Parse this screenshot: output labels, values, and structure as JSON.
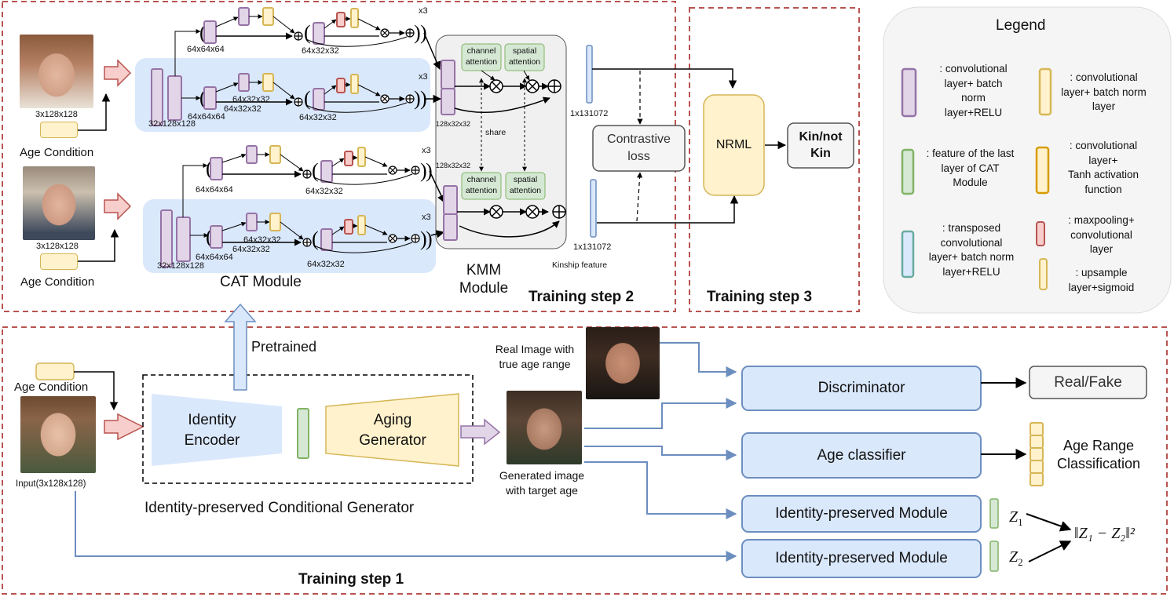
{
  "colors": {
    "dash_red": "#b85450",
    "conv_bn_relu": "#9673a6",
    "conv_bn_fill": "#e1d5e7",
    "conv_bn_yellow": "#d6b656",
    "conv_bn_yellow_fill": "#fff2cc",
    "feature_green": "#82b366",
    "feature_green_fill": "#d5e8d4",
    "tanh_orange": "#d79b00",
    "transposed_blue": "#6c8ebf",
    "transposed_fill": "#dae8fc",
    "maxpool_red": "#b85450",
    "maxpool_fill": "#f8cecc",
    "module_blue": "#dae8fc",
    "legend_bg": "#f5f5f5"
  },
  "training_step_2": {
    "title": "Training step 2",
    "age_condition_top": "Age Condition",
    "age_condition_bottom": "Age Condition",
    "input_dim_top": "3x128x128",
    "input_dim_bottom": "3x128x128",
    "cat_module_label": "CAT Module",
    "dims": {
      "d32": "32x128x128",
      "d64": "64x64x64",
      "d64b": "64x32x32",
      "x3": "x3"
    },
    "kmm": {
      "label": "KMM\nModule",
      "channel_attention": "channel\nattention",
      "spatial_attention": "spatial\nattention",
      "share": "share",
      "dim": "128x32x32"
    },
    "feature_dim_top": "1x131072",
    "feature_dim_bottom": "1x131072",
    "kinship_feature": "Kinship feature",
    "contrastive_loss": "Contrastive\nloss"
  },
  "training_step_3": {
    "title": "Training step 3",
    "nrml": "NRML",
    "kin_not_kin": "Kin/not\nKin"
  },
  "legend": {
    "title": "Legend",
    "items": [
      {
        "text": ": convolutional\nlayer+ batch\nnorm\nlayer+RELU",
        "icon": "conv-bn-relu"
      },
      {
        "text": ": convolutional\nlayer+ batch norm\nlayer",
        "icon": "conv-bn"
      },
      {
        "text": ": feature of the last\nlayer of CAT\nModule",
        "icon": "feature"
      },
      {
        "text": ":  convolutional\nlayer+\nTanh activation\nfunction",
        "icon": "conv-tanh"
      },
      {
        "text": ": transposed\nconvolutional\nlayer+ batch norm\nlayer+RELU",
        "icon": "transposed"
      },
      {
        "text": ": maxpooling+\nconvolutional\nlayer",
        "icon": "maxpool"
      },
      {
        "text": ": upsample\nlayer+sigmoid",
        "icon": "upsample"
      }
    ]
  },
  "training_step_1": {
    "title": "Training step 1",
    "age_condition": "Age Condition",
    "input_label": "Input(3x128x128)",
    "pretrained": "Pretrained",
    "identity_encoder": "Identity\nEncoder",
    "aging_generator": "Aging\nGenerator",
    "generator_caption": "Identity-preserved Conditional Generator",
    "real_image_caption": "Real Image with\ntrue age range",
    "generated_caption": "Generated image\nwith target age",
    "discriminator": "Discriminator",
    "real_fake": "Real/Fake",
    "age_classifier": "Age classifier",
    "age_range": "Age Range\nClassification",
    "identity_module_1": "Identity-preserved Module",
    "identity_module_2": "Identity-preserved Module",
    "z1": "Z",
    "z1_sub": "1",
    "z2": "Z",
    "z2_sub": "2",
    "loss_formula": "‖Z₁ − Z₂‖²"
  }
}
